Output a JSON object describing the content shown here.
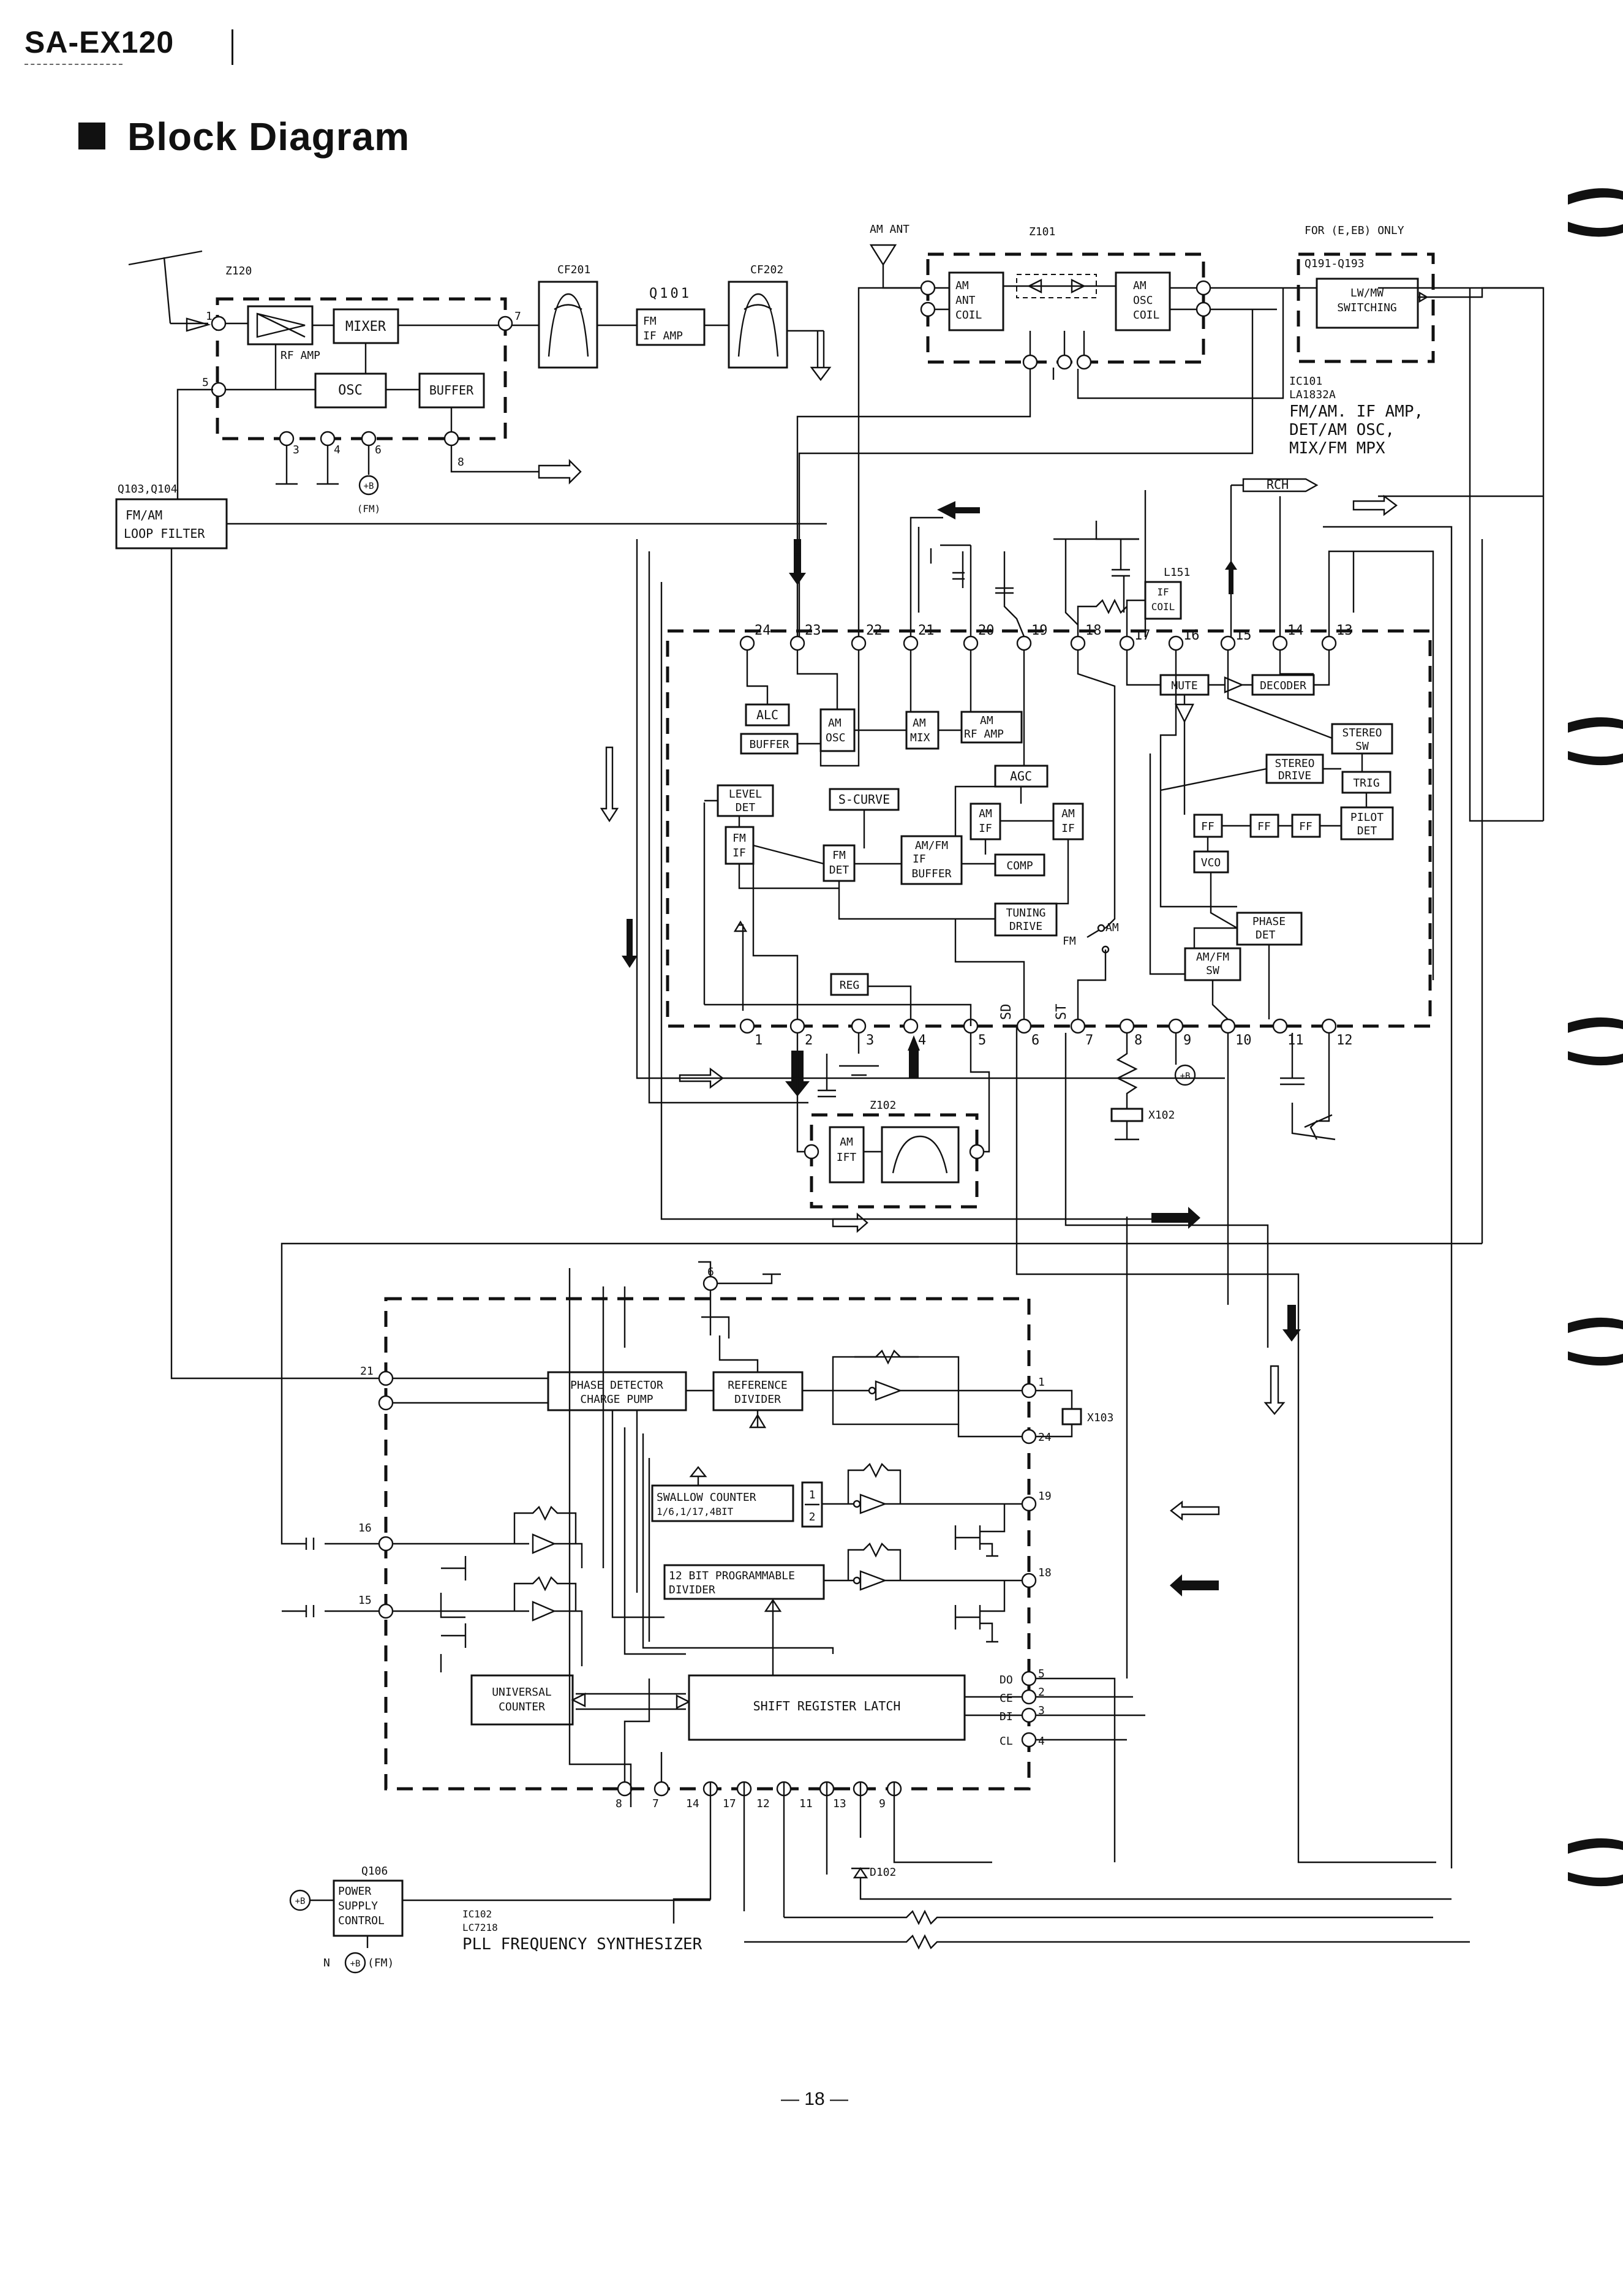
{
  "header": {
    "model": "SA-EX120",
    "title": "Block Diagram"
  },
  "antenna_labels": {
    "am_ant": "AM ANT",
    "for_ee_only": "FOR (E,EB) ONLY"
  },
  "blocks": {
    "z120": "Z120",
    "mixer": "MIXER",
    "rf_amp": "RF AMP",
    "osc": "OSC",
    "buffer_z120": "BUFFER",
    "cf201": "CF201",
    "q101": "Q101",
    "fm_if_amp_1": "FM",
    "fm_if_amp_2": "IF AMP",
    "cf202": "CF202",
    "z101": "Z101",
    "am_ant_coil_1": "AM",
    "am_ant_coil_2": "ANT",
    "am_ant_coil_3": "COIL",
    "am_osc_coil_1": "AM",
    "am_osc_coil_2": "OSC",
    "am_osc_coil_3": "COIL",
    "q191": "Q191-Q193",
    "lwmw_1": "LW/MW",
    "lwmw_2": "SWITCHING",
    "q103": "Q103,Q104",
    "loop_filter_1": "FM/AM",
    "loop_filter_2": "LOOP FILTER",
    "pm_fm": "(FM)"
  },
  "ic101": {
    "ref": "IC101",
    "part": "LA1832A",
    "desc_1": "FM/AM. IF AMP,",
    "desc_2": "DET/AM OSC,",
    "desc_3": "MIX/FM MPX",
    "rch": "RCH",
    "l151": "L151",
    "if_coil_1": "IF",
    "if_coil_2": "COIL",
    "alc": "ALC",
    "am_osc_1": "AM",
    "am_osc_2": "OSC",
    "buffer": "BUFFER",
    "am_mix_1": "AM",
    "am_mix_2": "MIX",
    "am_rf_amp_1": "AM",
    "am_rf_amp_2": "RF AMP",
    "agc": "AGC",
    "level_det_1": "LEVEL",
    "level_det_2": "DET",
    "s_curve": "S-CURVE",
    "fm_if_1": "FM",
    "fm_if_2": "IF",
    "fm_det_1": "FM",
    "fm_det_2": "DET",
    "am_if_1": "AM",
    "am_if_2": "IF",
    "am_if_b_1": "AM",
    "am_if_b_2": "IF",
    "amfm_buffer_1": "AM/FM",
    "amfm_buffer_2": "IF",
    "amfm_buffer_3": "BUFFER",
    "comp": "COMP",
    "tuning_drive_1": "TUNING",
    "tuning_drive_2": "DRIVE",
    "am_sw": "AM",
    "fm_sw": "FM",
    "reg": "REG",
    "mute": "MUTE",
    "decoder": "DECODER",
    "stereo_sw_1": "STEREO",
    "stereo_sw_2": "SW",
    "stereo_drive_1": "STEREO",
    "stereo_drive_2": "DRIVE",
    "trig": "TRIG",
    "pilot_det_1": "PILOT",
    "pilot_det_2": "DET",
    "ff": "FF",
    "vco": "VCO",
    "phase_det_1": "PHASE",
    "phase_det_2": "DET",
    "amfm_sw_1": "AM/FM",
    "amfm_sw_2": "SW",
    "sd": "SD",
    "st": "ST",
    "z102": "Z102",
    "am_ift_1": "AM",
    "am_ift_2": "IFT",
    "x102": "X102"
  },
  "pins_top": [
    "24",
    "23",
    "22",
    "21",
    "20",
    "19",
    "18",
    "17",
    "16",
    "15",
    "14",
    "13"
  ],
  "pins_bottom": [
    "1",
    "2",
    "3",
    "4",
    "5",
    "6",
    "7",
    "8",
    "9",
    "10",
    "11",
    "12"
  ],
  "z120_pins": {
    "p1": "1",
    "p5": "5",
    "p7": "7",
    "p3": "3",
    "p4": "4",
    "p6": "6",
    "p8": "8"
  },
  "ic102": {
    "phase_1": "PHASE DETECTOR",
    "phase_2": "CHARGE PUMP",
    "ref_1": "REFERENCE",
    "ref_2": "DIVIDER",
    "swallow_1": "SWALLOW COUNTER",
    "swallow_2": "1/6,1/17,4BIT",
    "div_1": "1",
    "div_2": "2",
    "prog_1": "12 BIT PROGRAMMABLE",
    "prog_2": "DIVIDER",
    "universal_1": "UNIVERSAL",
    "universal_2": "COUNTER",
    "shift": "SHIFT REGISTER LATCH",
    "x103": "X103",
    "d102": "D102",
    "q106": "Q106",
    "psc_1": "POWER",
    "psc_2": "SUPPLY",
    "psc_3": "CONTROL",
    "ref": "IC102",
    "part": "LC7218",
    "desc": "PLL FREQUENCY SYNTHESIZER",
    "n_label": "N",
    "fm_label": "(FM)",
    "pin_21": "21",
    "pin_16": "16",
    "pin_15": "15",
    "pin_6": "6",
    "pin_1": "1",
    "pin_24": "24",
    "pin_19": "19",
    "pin_18": "18",
    "pin_do": "DO",
    "pin_ce": "CE",
    "pin_di": "DI",
    "pin_cl": "CL",
    "pin_5": "5",
    "pin_2": "2",
    "pin_3": "3",
    "pin_4": "4",
    "bottom_pins": [
      "8",
      "7",
      "14",
      "17",
      "12",
      "11",
      "13",
      "9"
    ]
  },
  "page": {
    "number": "— 18 —"
  }
}
